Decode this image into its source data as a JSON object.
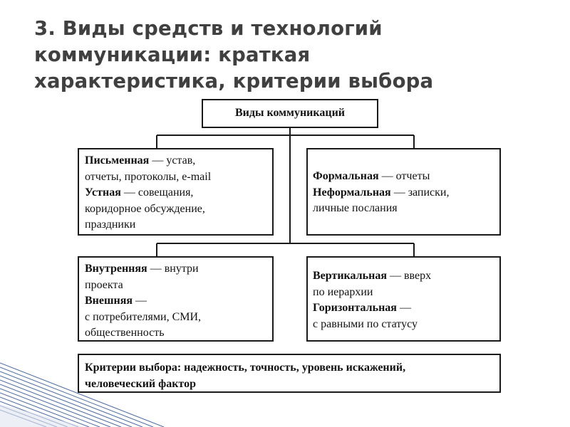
{
  "slide": {
    "title_lines": [
      "3. Виды средств и технологий",
      "коммуникации: краткая",
      "характеристика, критерии выбора"
    ]
  },
  "diagram": {
    "root": "Виды коммуникаций",
    "top_left": {
      "rows": [
        {
          "bold": "Письменная",
          "text": " — устав,"
        },
        {
          "bold": "",
          "text": "отчеты, протоколы, e-mail"
        },
        {
          "bold": "Устная",
          "text": " — совещания,"
        },
        {
          "bold": "",
          "text": "коридорное обсуждение,"
        },
        {
          "bold": "",
          "text": "праздники"
        }
      ]
    },
    "top_right": {
      "rows": [
        {
          "bold": "Формальная",
          "text": " — отчеты"
        },
        {
          "bold": "Неформальная",
          "text": " — записки,"
        },
        {
          "bold": "",
          "text": "личные послания"
        }
      ]
    },
    "mid_left": {
      "rows": [
        {
          "bold": "Внутренняя",
          "text": " — внутри"
        },
        {
          "bold": "",
          "text": "проекта"
        },
        {
          "bold": "Внешняя",
          "text": " —"
        },
        {
          "bold": "",
          "text": "с потребителями, СМИ,"
        },
        {
          "bold": "",
          "text": "общественность"
        }
      ]
    },
    "mid_right": {
      "rows": [
        {
          "bold": "Вертикальная",
          "text": " — вверх"
        },
        {
          "bold": "",
          "text": "по иерархии"
        },
        {
          "bold": "Горизонтальная",
          "text": " —"
        },
        {
          "bold": "",
          "text": "с равными по статусу"
        }
      ]
    },
    "criteria_lines": [
      "Критерии выбора: надежность, точность, уровень искажений,",
      "человеческий фактор"
    ]
  },
  "colors": {
    "title": "#404040",
    "line": "#1a1a1a",
    "deco_stripe": "#2f4f8f"
  }
}
